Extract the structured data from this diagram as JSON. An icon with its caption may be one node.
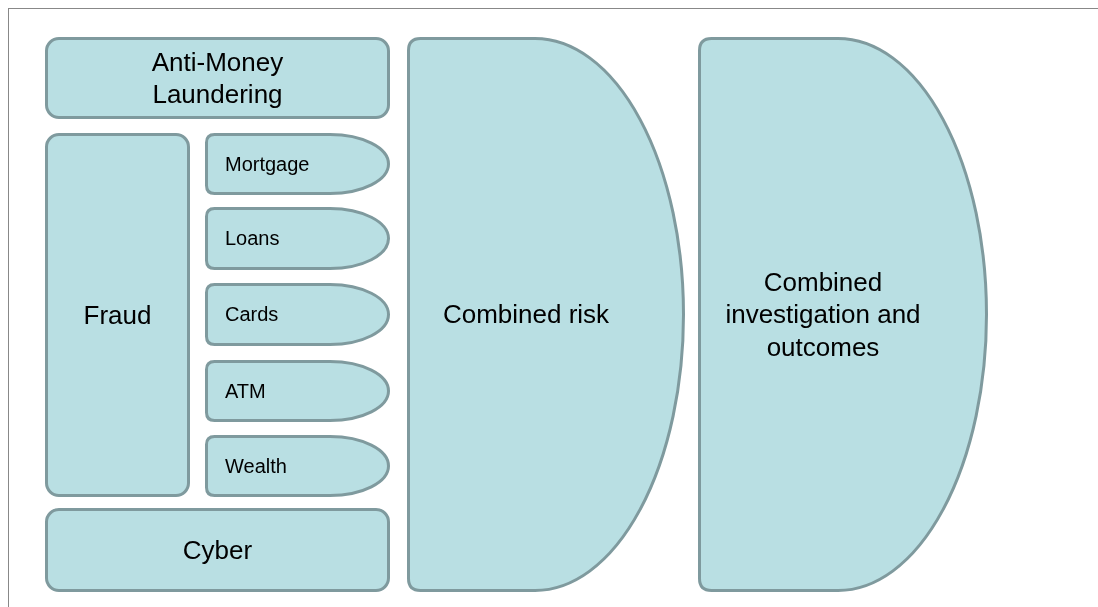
{
  "diagram": {
    "nodes": [
      {
        "text": [
          "Anti-Money Laundering"
        ]
      },
      {
        "text": [
          "Fraud"
        ]
      },
      {
        "text": [
          "Mortgage"
        ]
      },
      {
        "text": [
          "Loans"
        ]
      },
      {
        "text": [
          "Cards"
        ]
      },
      {
        "text": [
          "ATM"
        ]
      },
      {
        "text": [
          "Wealth"
        ]
      },
      {
        "text": [
          "Cyber"
        ]
      },
      {
        "text": [
          "Combined risk"
        ]
      },
      {
        "text": [
          "Combined investigation and outcomes"
        ]
      }
    ]
  }
}
